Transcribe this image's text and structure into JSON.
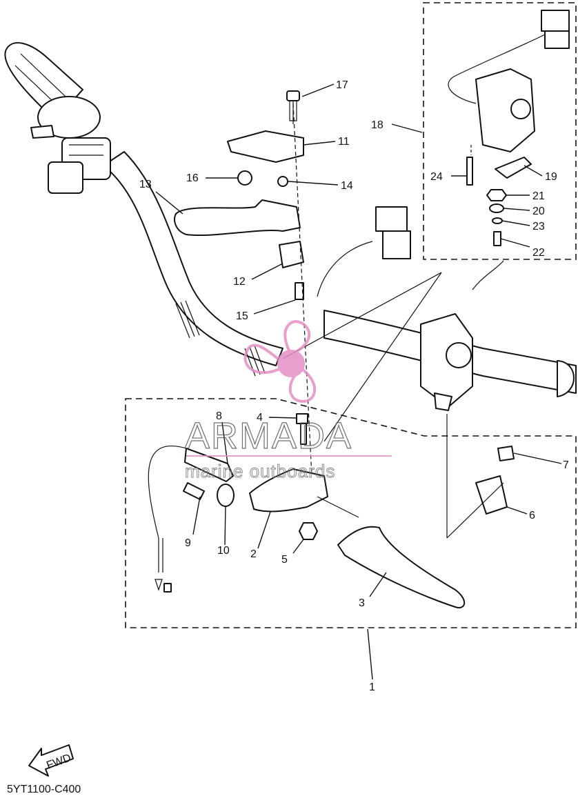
{
  "diagram": {
    "part_labels": [
      "17",
      "11",
      "16",
      "14",
      "13",
      "12",
      "15",
      "18",
      "24",
      "19",
      "21",
      "20",
      "23",
      "22",
      "8",
      "4",
      "7",
      "6",
      "9",
      "10",
      "2",
      "5",
      "3",
      "1"
    ],
    "fwd_label": "FWD",
    "code": "5YT1100-C400"
  },
  "watermark": {
    "brand": "ARMADA",
    "tagline": "marine outboards",
    "color": "#e58fc4"
  }
}
